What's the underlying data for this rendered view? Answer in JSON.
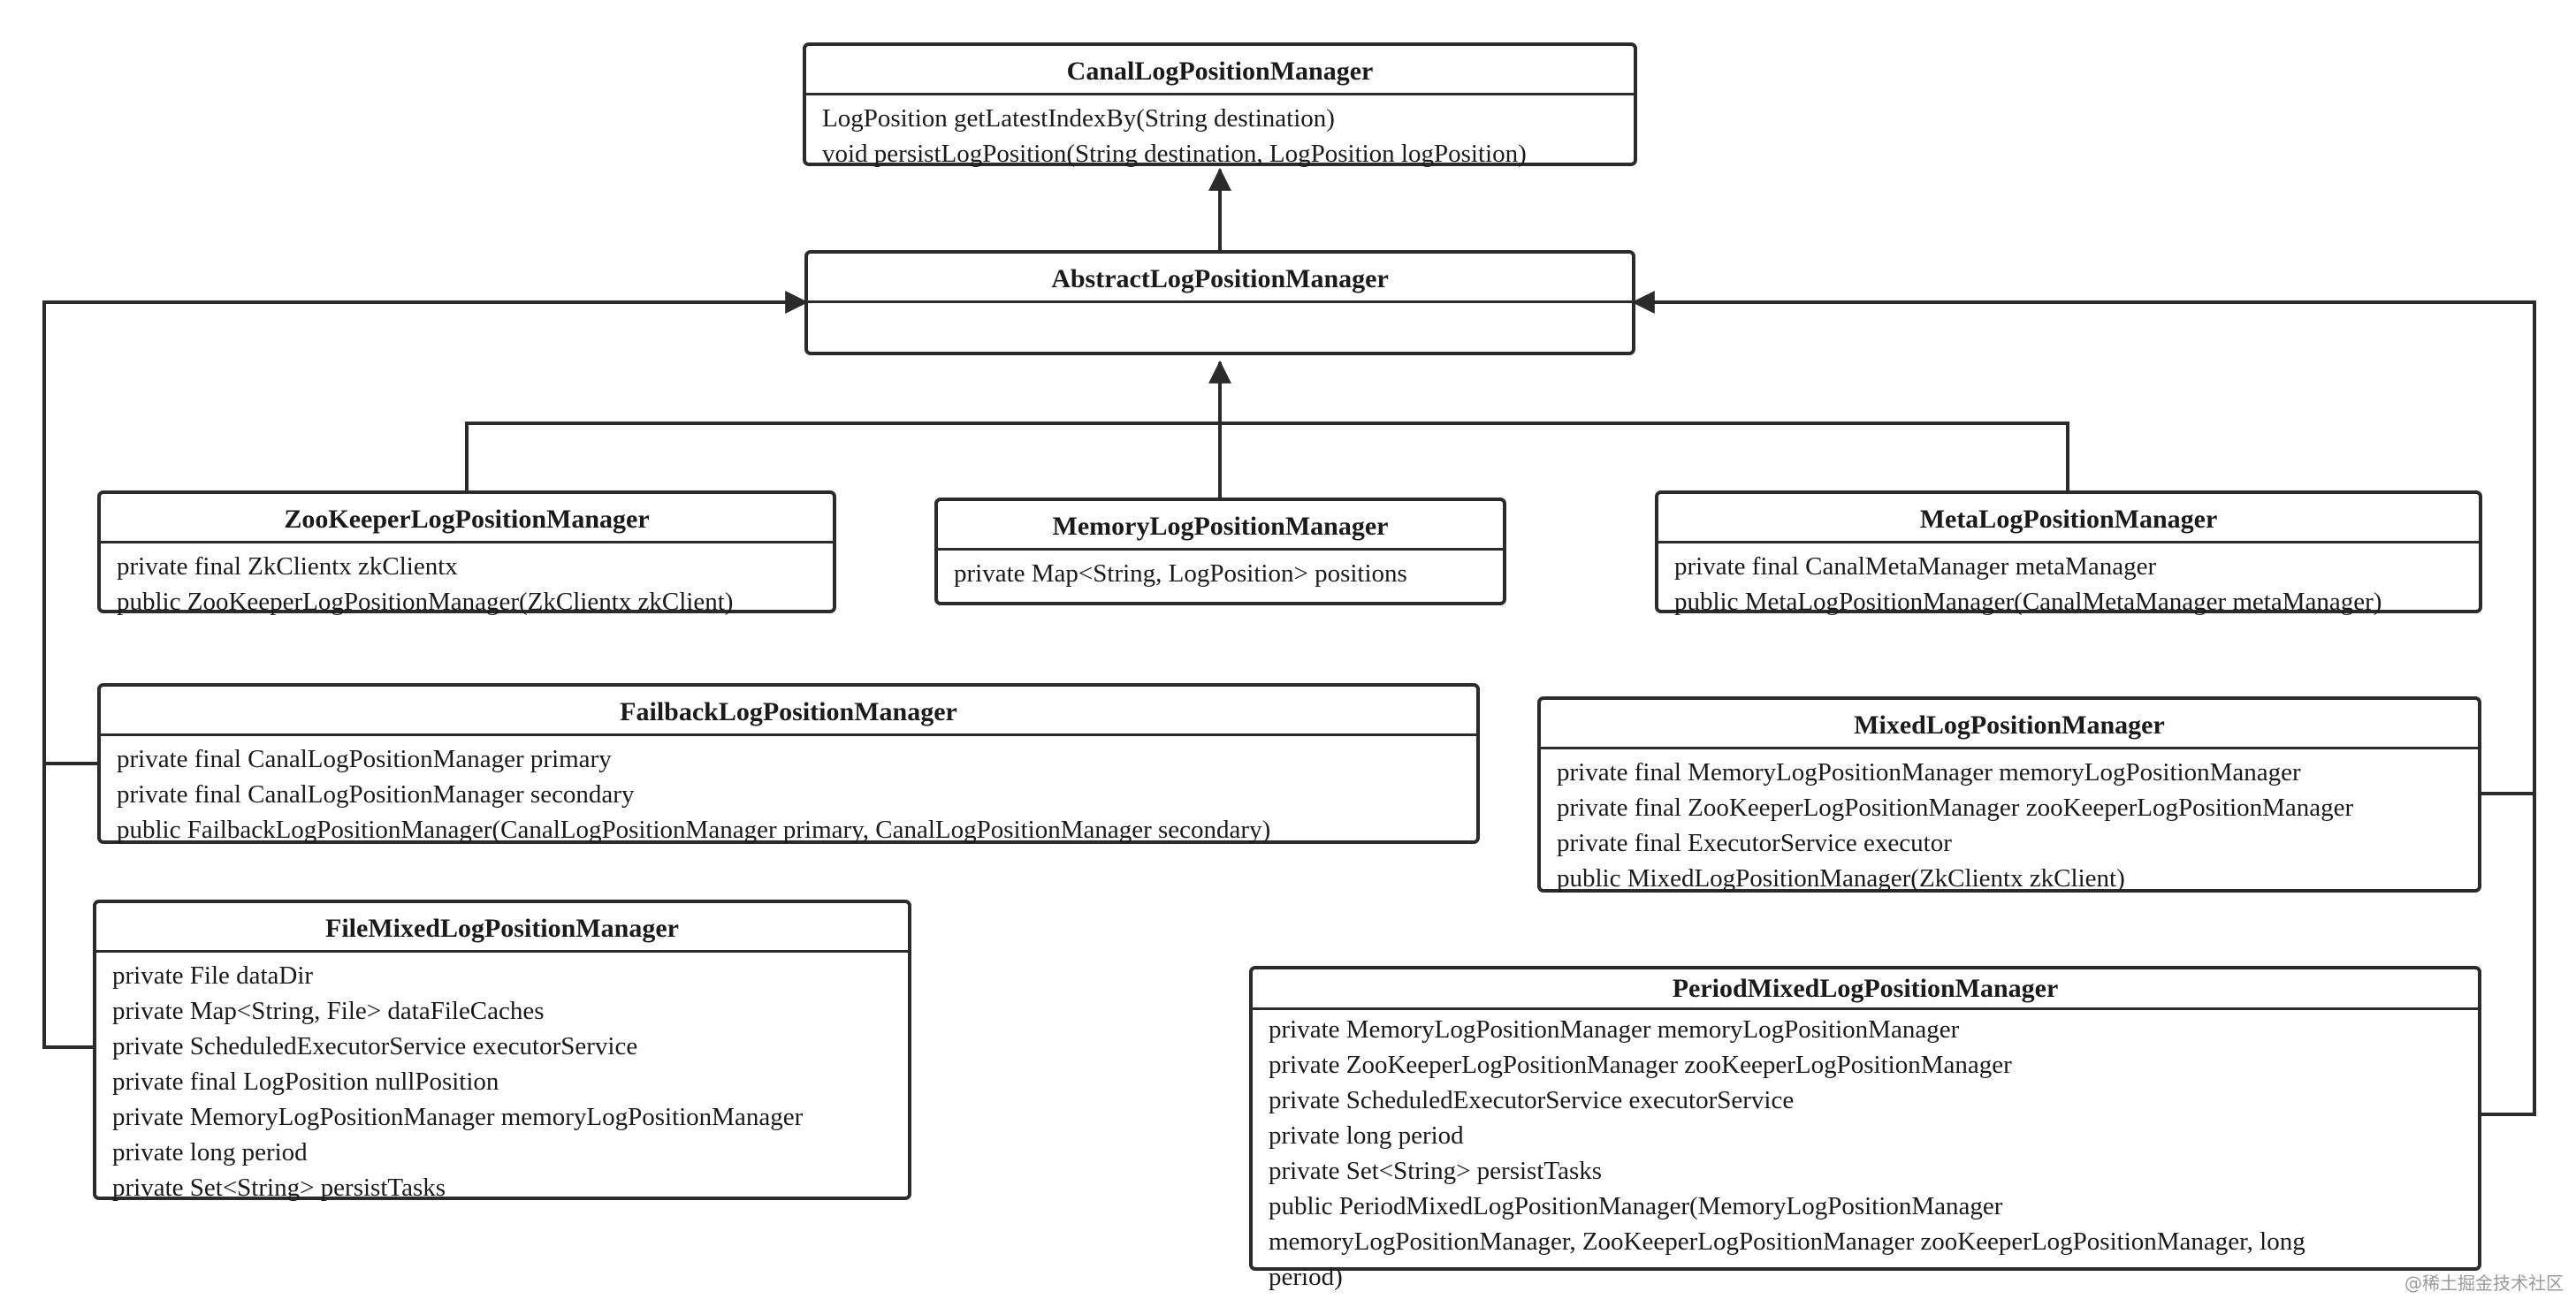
{
  "diagram": {
    "classes": {
      "canal": {
        "name": "CanalLogPositionManager",
        "members": [
          "LogPosition getLatestIndexBy(String destination)",
          "void persistLogPosition(String destination, LogPosition logPosition)"
        ]
      },
      "abstract": {
        "name": "AbstractLogPositionManager",
        "members": []
      },
      "zk": {
        "name": "ZooKeeperLogPositionManager",
        "members": [
          "private final ZkClientx zkClientx",
          "public ZooKeeperLogPositionManager(ZkClientx zkClient)"
        ]
      },
      "memory": {
        "name": "MemoryLogPositionManager",
        "members": [
          "private Map<String, LogPosition> positions"
        ]
      },
      "meta": {
        "name": "MetaLogPositionManager",
        "members": [
          "private final CanalMetaManager metaManager",
          "public MetaLogPositionManager(CanalMetaManager metaManager)"
        ]
      },
      "failback": {
        "name": "FailbackLogPositionManager",
        "members": [
          "private final CanalLogPositionManager primary",
          "private final CanalLogPositionManager secondary",
          "public FailbackLogPositionManager(CanalLogPositionManager primary, CanalLogPositionManager secondary)"
        ]
      },
      "mixed": {
        "name": "MixedLogPositionManager",
        "members": [
          "private final MemoryLogPositionManager memoryLogPositionManager",
          "private final ZooKeeperLogPositionManager zooKeeperLogPositionManager",
          "private final ExecutorService executor",
          "public MixedLogPositionManager(ZkClientx zkClient)"
        ]
      },
      "fileMixed": {
        "name": "FileMixedLogPositionManager",
        "members": [
          "private File  dataDir",
          "private Map<String, File>   dataFileCaches",
          "private ScheduledExecutorService executorService",
          "private final LogPosition  nullPosition",
          "private MemoryLogPositionManager memoryLogPositionManager",
          "private long   period",
          "private Set<String>   persistTasks"
        ]
      },
      "periodMixed": {
        "name": "PeriodMixedLogPositionManager",
        "members": [
          "private MemoryLogPositionManager    memoryLogPositionManager",
          "private ZooKeeperLogPositionManager zooKeeperLogPositionManager",
          "private ScheduledExecutorService    executorService",
          "private long period",
          "private Set<String> persistTasks",
          "public PeriodMixedLogPositionManager(MemoryLogPositionManager",
          "memoryLogPositionManager,         ZooKeeperLogPositionManager zooKeeperLogPositionManager, long",
          "period)"
        ]
      }
    },
    "relations": [
      {
        "from": "abstract",
        "to": "canal",
        "type": "realization"
      },
      {
        "from": "zk",
        "to": "abstract",
        "type": "inheritance"
      },
      {
        "from": "memory",
        "to": "abstract",
        "type": "inheritance"
      },
      {
        "from": "meta",
        "to": "abstract",
        "type": "inheritance"
      },
      {
        "from": "failback",
        "to": "abstract",
        "type": "inheritance"
      },
      {
        "from": "fileMixed",
        "to": "abstract",
        "type": "inheritance"
      },
      {
        "from": "mixed",
        "to": "abstract",
        "type": "inheritance"
      },
      {
        "from": "periodMixed",
        "to": "abstract",
        "type": "inheritance"
      }
    ],
    "colors": {
      "line": "#2b2b2b",
      "text": "#1a1a1a",
      "background": "#ffffff",
      "watermark": "#9a9a9a"
    },
    "watermark": "@稀土掘金技术社区"
  }
}
